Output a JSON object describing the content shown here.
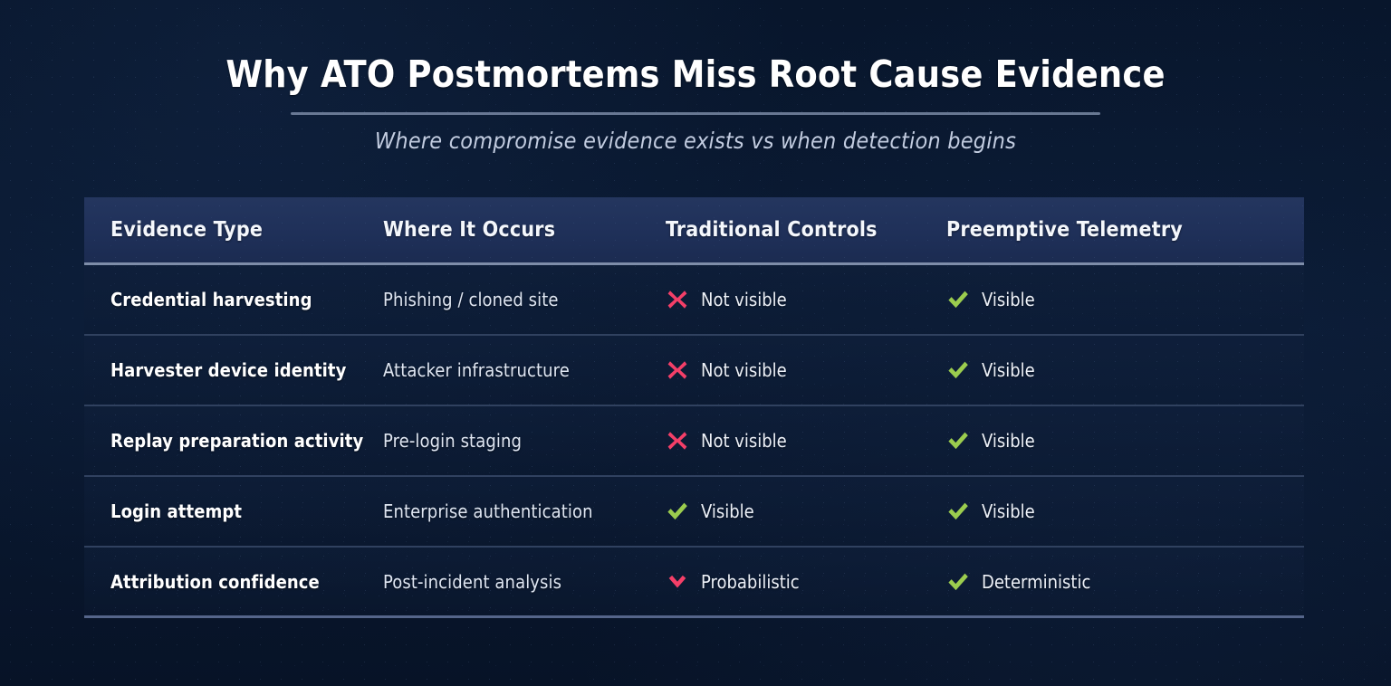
{
  "header": {
    "title": "Why ATO Postmortems Miss Root Cause Evidence",
    "subtitle": "Where compromise evidence exists vs when detection begins"
  },
  "colors": {
    "page_background": "#0a1a33",
    "header_row_background": "#1f3059",
    "title_text": "#ffffff",
    "subtitle_text": "#c2cce0",
    "primary_cell_text": "#ffffff",
    "secondary_cell_text": "#dfe6f2",
    "negative_accent": "#f43f68",
    "positive_accent": "#9bcc4e",
    "divider": "#30415f"
  },
  "table": {
    "columns": [
      "Evidence Type",
      "Where It Occurs",
      "Traditional Controls",
      "Preemptive Telemetry"
    ],
    "rows": [
      {
        "evidence_type": "Credential harvesting",
        "where_it_occurs": "Phishing / cloned site",
        "traditional": {
          "icon": "cross-mark-icon",
          "label": "Not visible",
          "state": "negative"
        },
        "preemptive": {
          "icon": "check-mark-icon",
          "label": "Visible",
          "state": "positive"
        }
      },
      {
        "evidence_type": "Harvester device identity",
        "where_it_occurs": "Attacker infrastructure",
        "traditional": {
          "icon": "cross-mark-icon",
          "label": "Not visible",
          "state": "negative"
        },
        "preemptive": {
          "icon": "check-mark-icon",
          "label": "Visible",
          "state": "positive"
        }
      },
      {
        "evidence_type": "Replay preparation activity",
        "where_it_occurs": "Pre-login staging",
        "traditional": {
          "icon": "cross-mark-icon",
          "label": "Not visible",
          "state": "negative"
        },
        "preemptive": {
          "icon": "check-mark-icon",
          "label": "Visible",
          "state": "positive"
        }
      },
      {
        "evidence_type": "Login attempt",
        "where_it_occurs": "Enterprise authentication",
        "traditional": {
          "icon": "check-mark-icon",
          "label": "Visible",
          "state": "positive"
        },
        "preemptive": {
          "icon": "check-mark-icon",
          "label": "Visible",
          "state": "positive"
        }
      },
      {
        "evidence_type": "Attribution confidence",
        "where_it_occurs": "Post-incident analysis",
        "traditional": {
          "icon": "chevron-down-icon",
          "label": "Probabilistic",
          "state": "negative"
        },
        "preemptive": {
          "icon": "check-mark-icon",
          "label": "Deterministic",
          "state": "positive"
        }
      }
    ]
  }
}
